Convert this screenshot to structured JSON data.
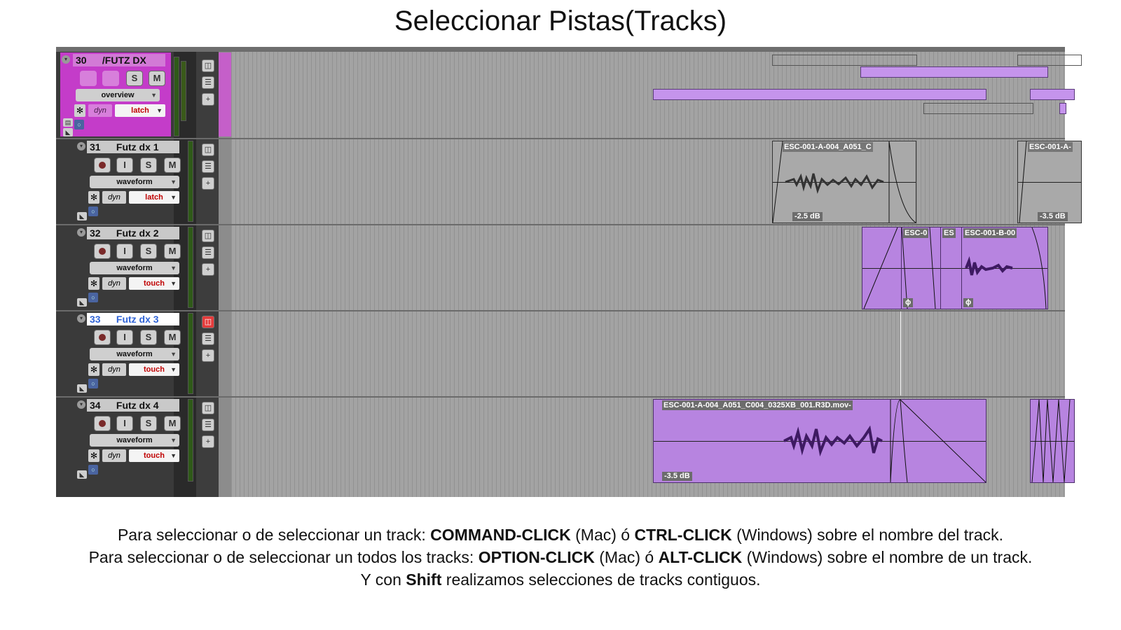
{
  "page": {
    "title": "Seleccionar Pistas(Tracks)"
  },
  "tracks": [
    {
      "number": "30",
      "name": "/FUTZ DX",
      "view": "overview",
      "dyn": "dyn",
      "automation_mode": "latch",
      "buttons": {
        "solo": "S",
        "mute": "M"
      },
      "folder": true,
      "selected": false
    },
    {
      "number": "31",
      "name": "Futz dx 1",
      "view": "waveform",
      "dyn": "dyn",
      "automation_mode": "latch",
      "buttons": {
        "input": "I",
        "solo": "S",
        "mute": "M"
      },
      "selected": false,
      "clips": [
        {
          "label": "ESC-001-A-004_A051_C",
          "gain": "-2.5 dB"
        },
        {
          "label": "ESC-001-A-",
          "gain": "-3.5 dB"
        }
      ]
    },
    {
      "number": "32",
      "name": "Futz dx 2",
      "view": "waveform",
      "dyn": "dyn",
      "automation_mode": "touch",
      "buttons": {
        "input": "I",
        "solo": "S",
        "mute": "M"
      },
      "selected": false,
      "clips": [
        {
          "label": "ESC-0"
        },
        {
          "label": "ES"
        },
        {
          "label": "ESC-001-B-00"
        }
      ]
    },
    {
      "number": "33",
      "name": "Futz dx 3",
      "view": "waveform",
      "dyn": "dyn",
      "automation_mode": "touch",
      "buttons": {
        "input": "I",
        "solo": "S",
        "mute": "M"
      },
      "selected": true
    },
    {
      "number": "34",
      "name": "Futz dx 4",
      "view": "waveform",
      "dyn": "dyn",
      "automation_mode": "touch",
      "buttons": {
        "input": "I",
        "solo": "S",
        "mute": "M"
      },
      "selected": false,
      "clips": [
        {
          "label": "ESC-001-A-004_A051_C004_0325XB_001.R3D.mov-",
          "gain": "-3.5 dB"
        }
      ]
    }
  ],
  "instructions": {
    "line1": {
      "a": "Para seleccionar o de seleccionar un track: ",
      "b": "COMMAND-CLICK",
      "c": " (Mac) ó ",
      "d": "CTRL-CLICK",
      "e": " (Windows) sobre el nombre del  track."
    },
    "line2": {
      "a": "Para seleccionar o de seleccionar un todos los tracks: ",
      "b": "OPTION-CLICK",
      "c": " (Mac) ó ",
      "d": "ALT-CLICK",
      "e": " (Windows) sobre el nombre de un track."
    },
    "line3": {
      "a": "Y con ",
      "b": "Shift",
      "c": " realizamos selecciones de tracks contiguos."
    }
  },
  "colors": {
    "folder_track": "#c43cc9",
    "clip_fill": "#b784e0",
    "selected_name": "#2f63d6",
    "automation_mode": "#c00000"
  }
}
